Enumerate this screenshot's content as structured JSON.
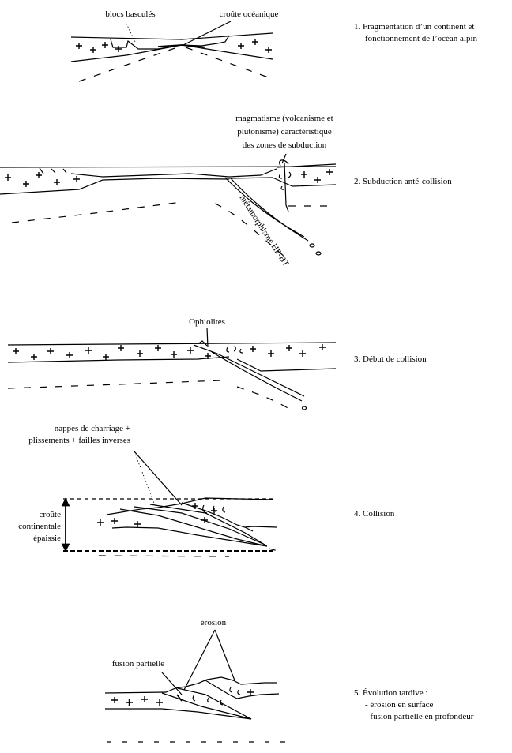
{
  "stages": [
    {
      "caption_lines": [
        "1.  Fragmentation d’un continent et",
        "fonctionnement de l’océan alpin"
      ],
      "labels": {
        "blocs": "blocs basculés",
        "croute": "croûte océanique"
      }
    },
    {
      "caption_lines": [
        "2.  Subduction anté-collision"
      ],
      "labels": {
        "magmatisme_lines": [
          "magmatisme (volcanisme et",
          "plutonisme) caractéristique",
          "des zones de subduction"
        ],
        "metamorphisme": "métamorphisme HP-BT"
      }
    },
    {
      "caption_lines": [
        "3.  Début de collision"
      ],
      "labels": {
        "ophiolites": "Ophiolites"
      }
    },
    {
      "caption_lines": [
        "4.  Collision"
      ],
      "labels": {
        "nappes_lines": [
          "nappes de charriage +",
          "plissements + failles inverses"
        ],
        "croute_lines": [
          "croûte",
          "continentale",
          "épaissie"
        ]
      }
    },
    {
      "caption_lines": [
        "5.  Évolution tardive :",
        "- érosion en surface",
        "- fusion partielle en profondeur"
      ],
      "labels": {
        "erosion": "érosion",
        "fusion": "fusion partielle"
      }
    }
  ]
}
